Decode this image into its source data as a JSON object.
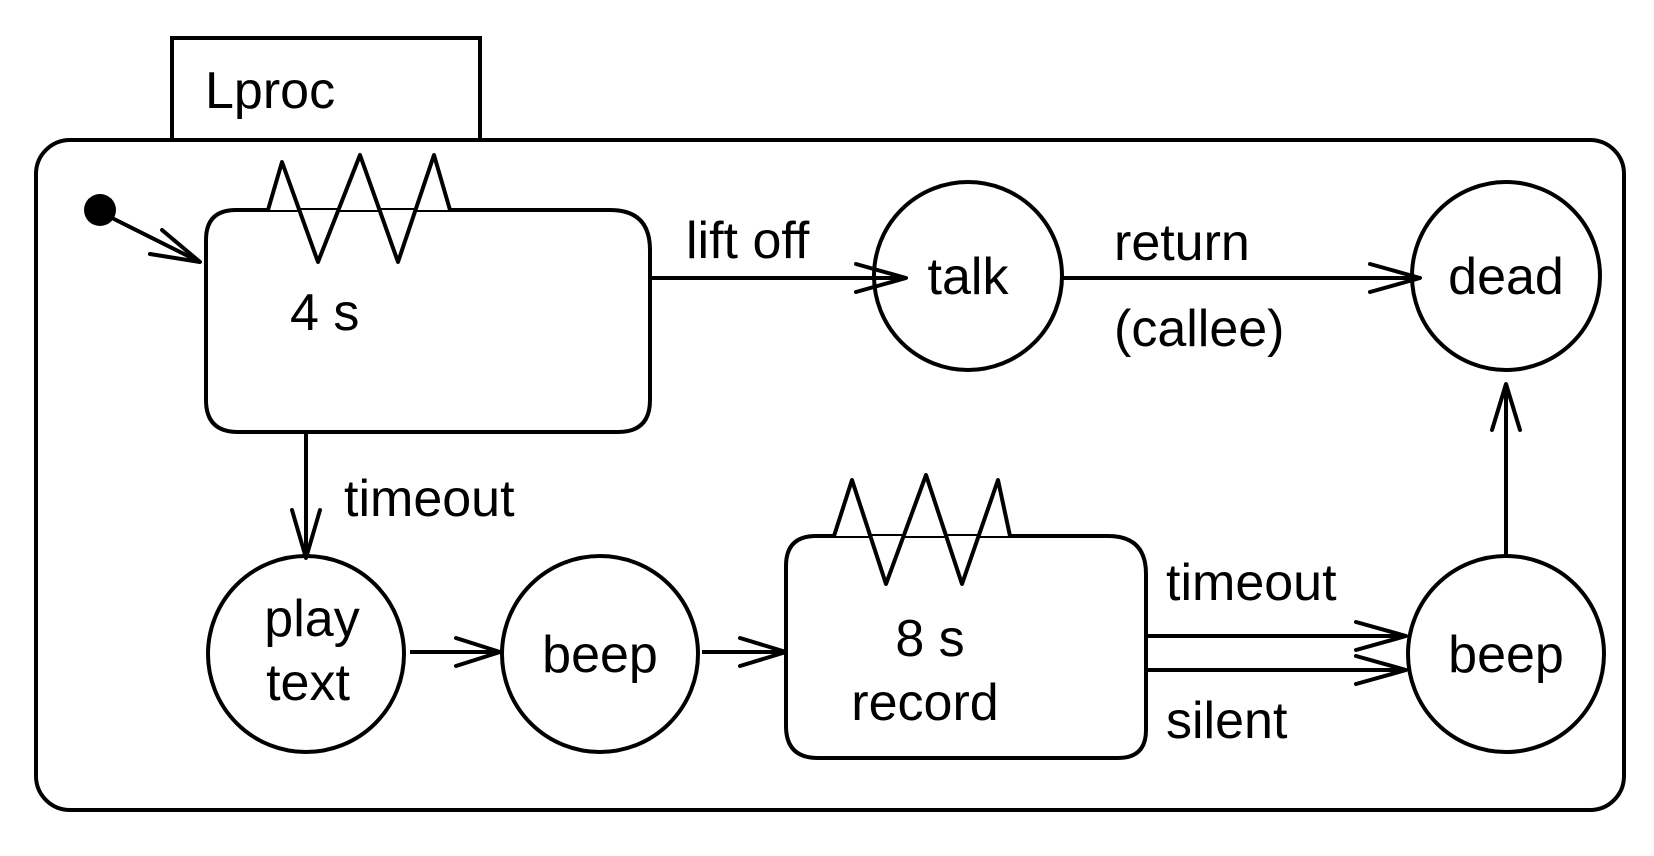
{
  "diagram": {
    "frame_tab": "Lproc",
    "states": {
      "wait": "4 s",
      "talk": "talk",
      "dead": "dead",
      "play_text_line1": "play",
      "play_text_line2": "text",
      "beep_first": "beep",
      "record_line1": "8 s",
      "record_line2": "record",
      "beep_second": "beep"
    },
    "transitions": {
      "lift_off": "lift off",
      "return_line1": "return",
      "return_line2": "(callee)",
      "timeout_down": "timeout",
      "timeout_record": "timeout",
      "silent": "silent"
    }
  },
  "colors": {
    "stroke": "#000000",
    "background": "#ffffff"
  }
}
